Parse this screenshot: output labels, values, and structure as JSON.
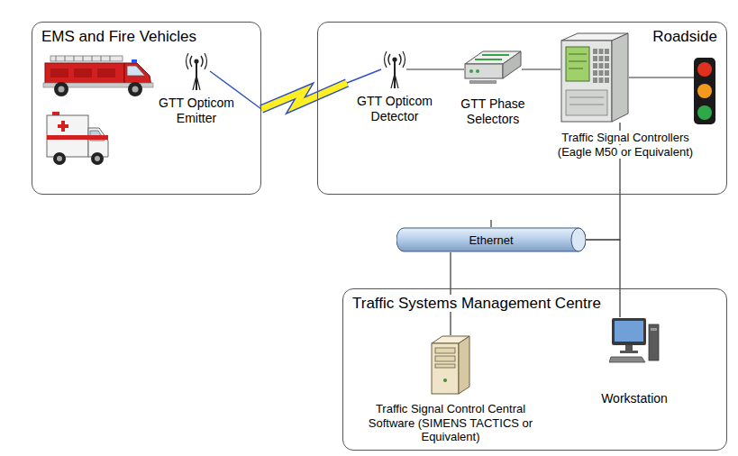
{
  "diagram": {
    "nodes": [
      {
        "text": [
          "EMS and Fire Vehicles"
        ]
      },
      {
        "text": [
          "GTT Opticom Emitter"
        ],
        "in": 0
      },
      {
        "text": [
          "Roadside"
        ]
      },
      {
        "text": [
          "GTT Opticom Detector"
        ],
        "in": 2
      },
      {
        "text": [
          "GTT Phase Selectors"
        ],
        "in": 2
      },
      {
        "text": [
          "Traffic Signal Controllers (Eagle M50 or Equivalent)"
        ],
        "in": 2
      },
      {
        "text": [
          "Ethernet"
        ]
      },
      {
        "text": [
          "Traffic Systems Management Centre"
        ]
      },
      {
        "text": [
          "Traffic Signal Control Central Software (SIMENS TACTICS or Equivalent)"
        ],
        "in": 7
      },
      {
        "text": [
          "Workstation"
        ],
        "in": 7
      }
    ],
    "edges": [
      {
        "from": 1,
        "to": 3,
        "arrow": "none"
      },
      {
        "from": 3,
        "to": 4,
        "arrow": "none"
      },
      {
        "from": 4,
        "to": 5,
        "arrow": "none"
      },
      {
        "from": 5,
        "to": 6,
        "arrow": "none"
      },
      {
        "from": 6,
        "to": 8,
        "arrow": "none"
      },
      {
        "from": 6,
        "to": 9,
        "arrow": "none"
      }
    ]
  }
}
